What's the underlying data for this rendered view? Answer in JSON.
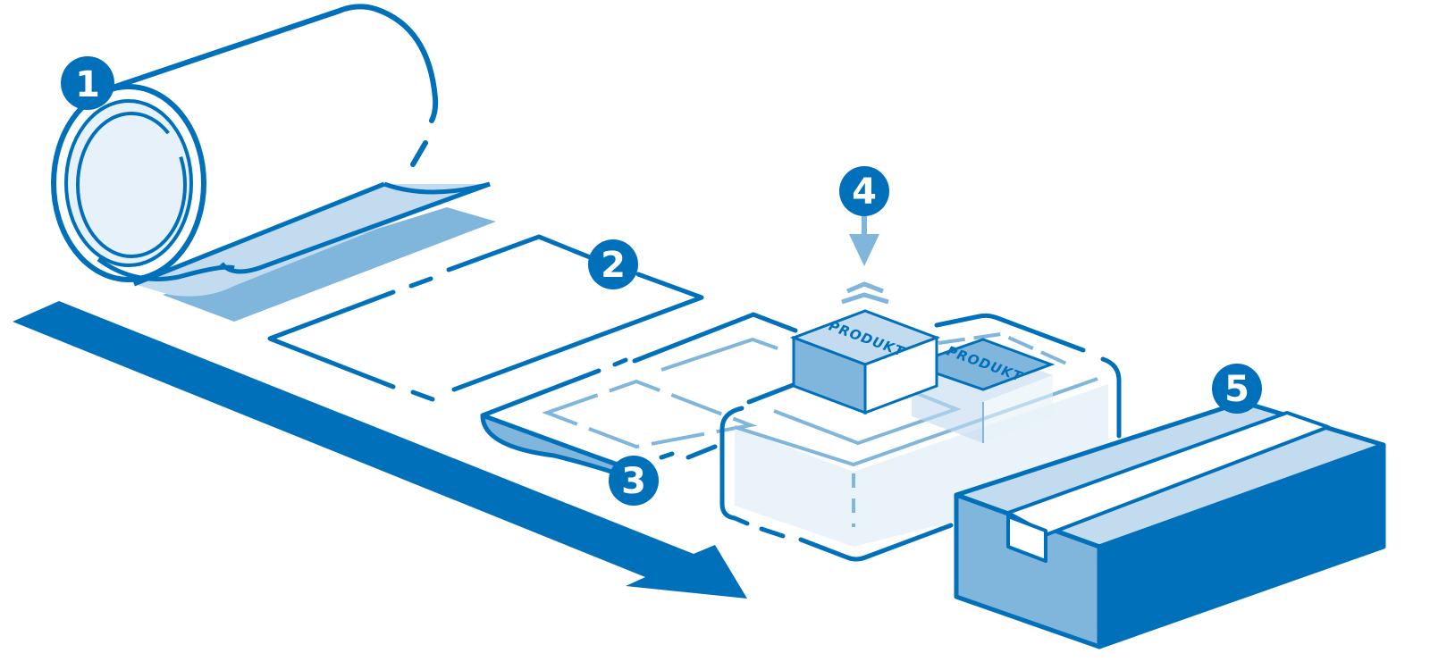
{
  "colors": {
    "primary": "#0070bb",
    "mid": "#80b6dc",
    "light": "#c2dbef",
    "pale": "#e6f1f9",
    "white": "#ffffff"
  },
  "steps": [
    {
      "number": "1",
      "icon": "film-roll-icon"
    },
    {
      "number": "2",
      "icon": "film-sheet-icon"
    },
    {
      "number": "3",
      "icon": "film-bottom-sheet-icon"
    },
    {
      "number": "4",
      "icon": "product-drop-icon"
    },
    {
      "number": "5",
      "icon": "shipping-box-icon"
    }
  ],
  "product_label": "PRODUKT",
  "product_label_small": "PRODUKT"
}
